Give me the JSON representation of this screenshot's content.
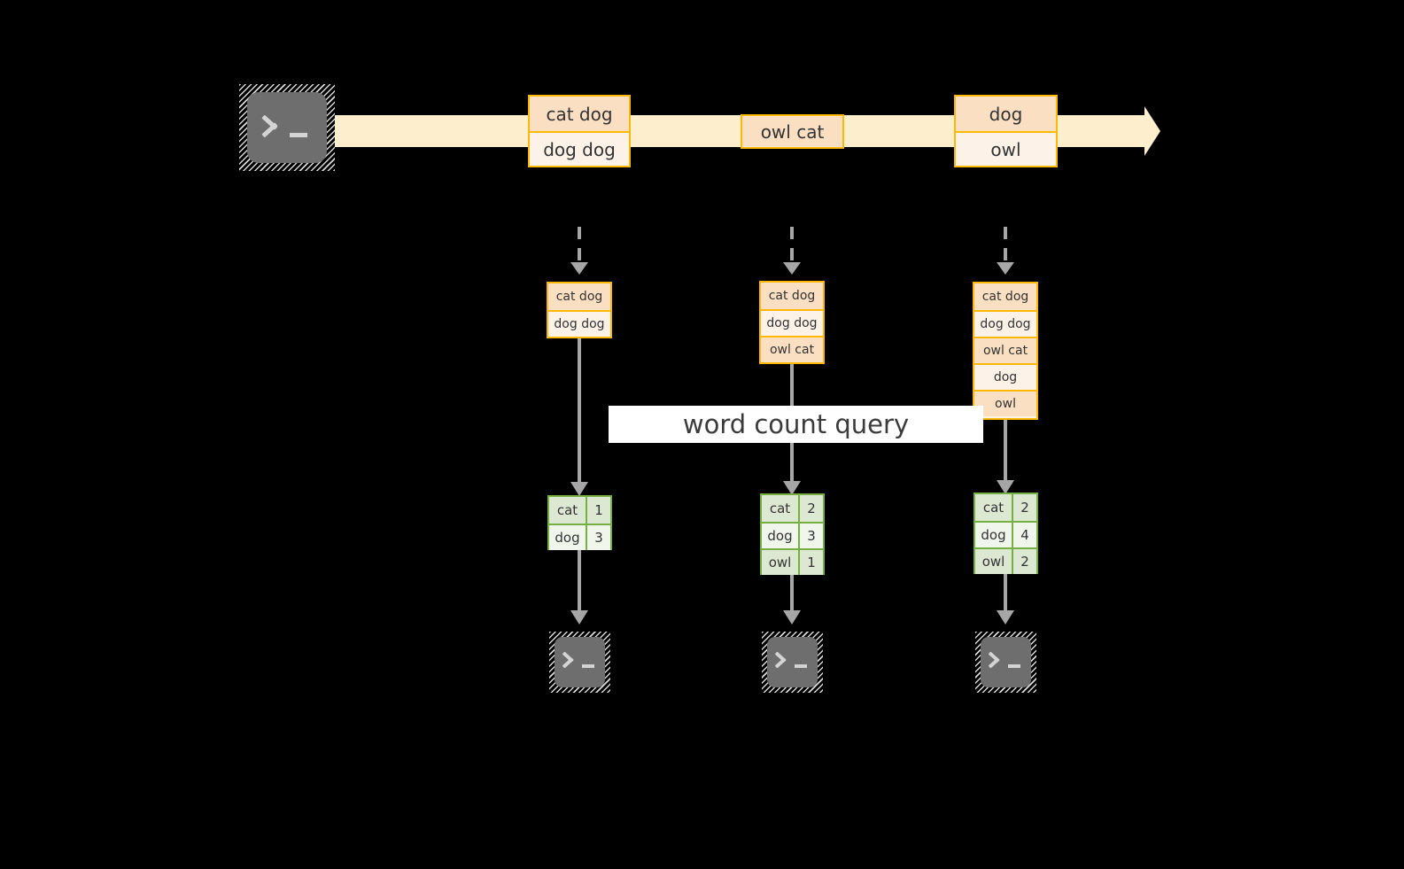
{
  "diagram": {
    "title_label": "word count query",
    "colors": {
      "stream_band": "#fdeecd",
      "box_border": "#ffb800",
      "box_fill_dark": "#fbdfc2",
      "box_fill_light": "#fdf2e8",
      "table_border": "#76b043",
      "table_fill_dark": "#dde8d2",
      "table_fill_light": "#f1f6ed",
      "arrow_gray": "#a6a6a6",
      "terminal_screen": "#6e6e6e",
      "background": "#000000"
    },
    "producer": {
      "icon_name": "terminal-icon",
      "glyph": ">_"
    },
    "stream": {
      "groups": [
        {
          "id": "group-1",
          "rows": [
            "cat dog",
            "dog dog"
          ]
        },
        {
          "id": "group-2",
          "rows": [
            "owl cat"
          ]
        },
        {
          "id": "group-3",
          "rows": [
            "dog",
            "owl"
          ]
        }
      ]
    },
    "snapshots": [
      {
        "id": "snapshot-1",
        "rows": [
          "cat dog",
          "dog dog"
        ],
        "result_rows": [
          {
            "word": "cat",
            "count": "1"
          },
          {
            "word": "dog",
            "count": "3"
          }
        ],
        "consumer_glyph": ">_"
      },
      {
        "id": "snapshot-2",
        "rows": [
          "cat dog",
          "dog dog",
          "owl cat"
        ],
        "result_rows": [
          {
            "word": "cat",
            "count": "2"
          },
          {
            "word": "dog",
            "count": "3"
          },
          {
            "word": "owl",
            "count": "1"
          }
        ],
        "consumer_glyph": ">_"
      },
      {
        "id": "snapshot-3",
        "rows": [
          "cat dog",
          "dog dog",
          "owl cat",
          "dog",
          "owl"
        ],
        "result_rows": [
          {
            "word": "cat",
            "count": "2"
          },
          {
            "word": "dog",
            "count": "4"
          },
          {
            "word": "owl",
            "count": "2"
          }
        ],
        "consumer_glyph": ">_"
      }
    ]
  }
}
